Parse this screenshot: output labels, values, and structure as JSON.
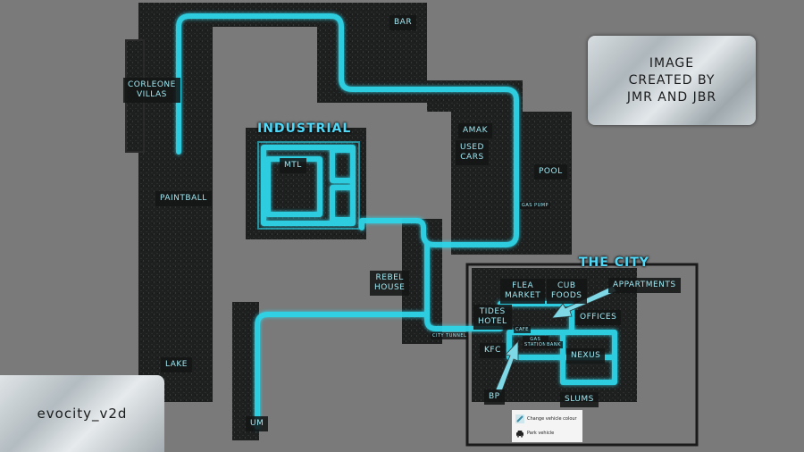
{
  "map": {
    "name": "evocity_v2d",
    "credit": "IMAGE\nCREATED BY\nJMR AND JBR",
    "districts": {
      "industrial": "INDUSTRIAL",
      "the_city": "THE CITY"
    },
    "labels": {
      "bar": "BAR",
      "corleone_villas": "CORLEONE\nVILLAS",
      "paintball": "PAINTBALL",
      "lake": "LAKE",
      "um": "UM",
      "mtl": "MTL",
      "amak": "AMAK",
      "used_cars": "USED\nCARS",
      "pool": "POOL",
      "gas_pump": "GAS PUMP",
      "rebel_house": "REBEL\nHOUSE",
      "flea_market": "FLEA\nMARKET",
      "cub_foods": "CUB\nFOODS",
      "appartments": "APPARTMENTS",
      "tides_hotel": "TIDES\nHOTEL",
      "offices": "OFFICES",
      "city_tunnel": "CITY TUNNEL",
      "cafe": "CAFE",
      "gas_station": "GAS\nSTATION",
      "bank": "BANK",
      "kfc": "KFC",
      "nexus": "NEXUS",
      "bp": "BP",
      "slums": "SLUMS"
    },
    "legend": {
      "change_colour": "Change vehicle colour",
      "park_vehicle": "Park vehicle"
    },
    "colors": {
      "road": "#2fd6ea",
      "background": "#7a7a7a",
      "district_text": "#4fd8f8",
      "label_text": "#9fe8f2"
    }
  }
}
